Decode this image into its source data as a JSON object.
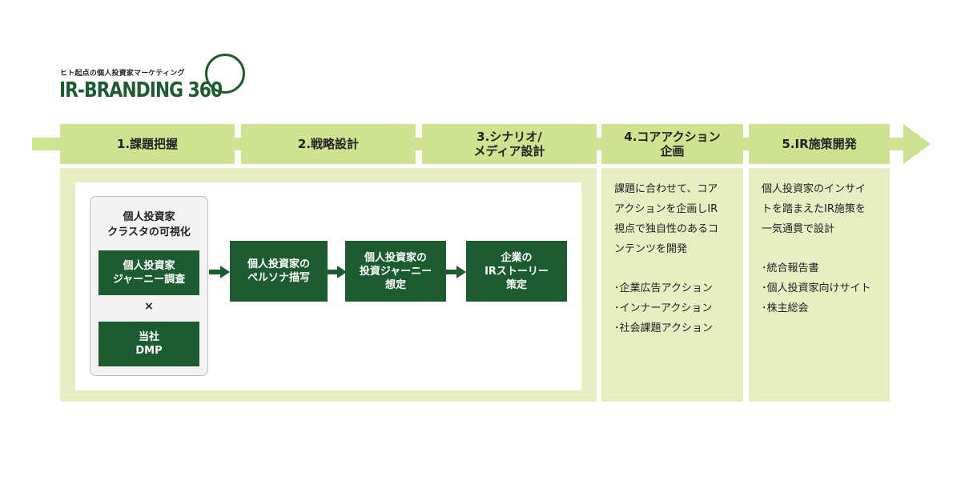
{
  "logo": {
    "tagline": "ヒト起点の個人投資家マーケティング",
    "title": "IR-BRANDING 360"
  },
  "colors": {
    "dark_green": "#1d5c31",
    "light_green": "#cfe28f",
    "pale_green": "#e7efc2"
  },
  "phases": [
    {
      "label": "1.課題把握"
    },
    {
      "label": "2.戦略設計"
    },
    {
      "label": "3.シナリオ/\nメディア設計"
    },
    {
      "label": "4.コアアクション\n企画"
    },
    {
      "label": "5.IR施策開発"
    }
  ],
  "flow": {
    "cluster_title": "個人投資家\nクラスタの可視化",
    "journey_survey": "個人投資家\nジャーニー調査",
    "times_sign": "×",
    "dmp": "当社\nDMP",
    "persona": "個人投資家の\nペルソナ描写",
    "journey_design": "個人投資家の\n投資ジャーニー\n想定",
    "ir_story": "企業の\nIRストーリー\n策定"
  },
  "core_action": {
    "description": "課題に合わせて、コア\nアクションを企画しIR\n視点で独自性のあるコ\nンテンツを開発",
    "items": [
      "･企業広告アクション",
      "･インナーアクション",
      "･社会課題アクション"
    ]
  },
  "ir_measures": {
    "description": "個人投資家のインサイ\nトを踏まえたIR施策を\n一気通貫で設計",
    "items": [
      "･統合報告書",
      "･個人投資家向けサイト",
      "･株主総会"
    ]
  }
}
